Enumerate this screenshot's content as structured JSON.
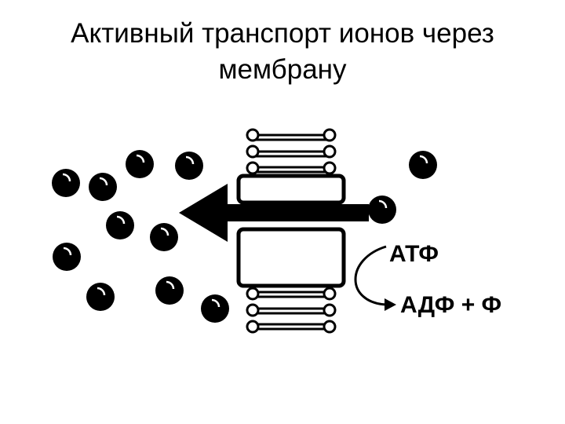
{
  "title": {
    "line1": "Активный транспорт ионов через",
    "line2": "мембрану"
  },
  "labels": {
    "atp": "АТФ",
    "adp": "АДФ + Ф"
  },
  "colors": {
    "ink": "#000000",
    "background": "#ffffff"
  }
}
